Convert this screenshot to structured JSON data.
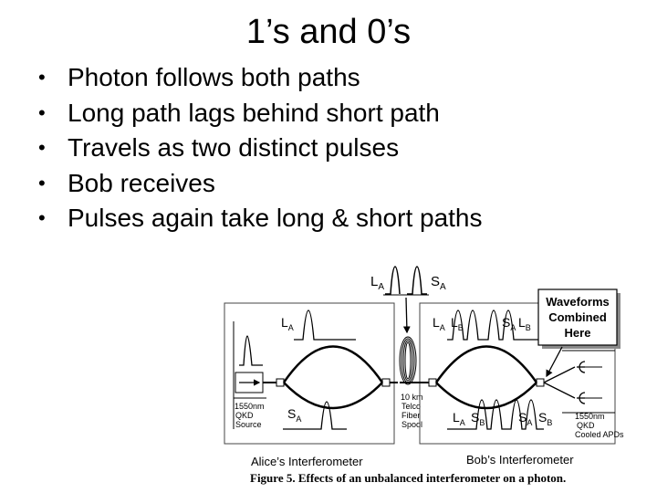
{
  "slide": {
    "title": "1’s and 0’s",
    "bullets": [
      "Photon follows both paths",
      "Long path lags behind short path",
      "Travels as two distinct pulses",
      "Bob receives",
      "Pulses again take long & short paths"
    ]
  },
  "figure": {
    "top_labels": {
      "la": "L",
      "la_sub": "A",
      "sa": "S",
      "sa_sub": "A"
    },
    "alice": {
      "la": "L",
      "la_sub": "A",
      "sa": "S",
      "sa_sub": "A",
      "source": [
        "1550nm",
        "QKD",
        "Source"
      ],
      "caption": "Alice’s Interferometer"
    },
    "fiber": [
      "10 km",
      "Telco",
      "Fiber",
      "Spool"
    ],
    "bob": {
      "upper": {
        "la": "L",
        "la_sub": "A",
        "lb": "L",
        "lb_sub": "B",
        "sa": "S",
        "sa_sub": "A",
        "lb2": "L",
        "lb2_sub": "B"
      },
      "lower": {
        "la": "L",
        "la_sub": "A",
        "sb": "S",
        "sb_sub": "B",
        "sa": "S",
        "sa_sub": "A",
        "sb2": "S",
        "sb2_sub": "B"
      },
      "detectors": [
        "1550nm",
        "QKD",
        "Cooled APDs"
      ],
      "caption": "Bob’s Interferometer"
    },
    "callout": [
      "Waveforms",
      "Combined",
      "Here"
    ],
    "figure_caption": "Figure 5. Effects of an unbalanced interferometer on a photon."
  }
}
